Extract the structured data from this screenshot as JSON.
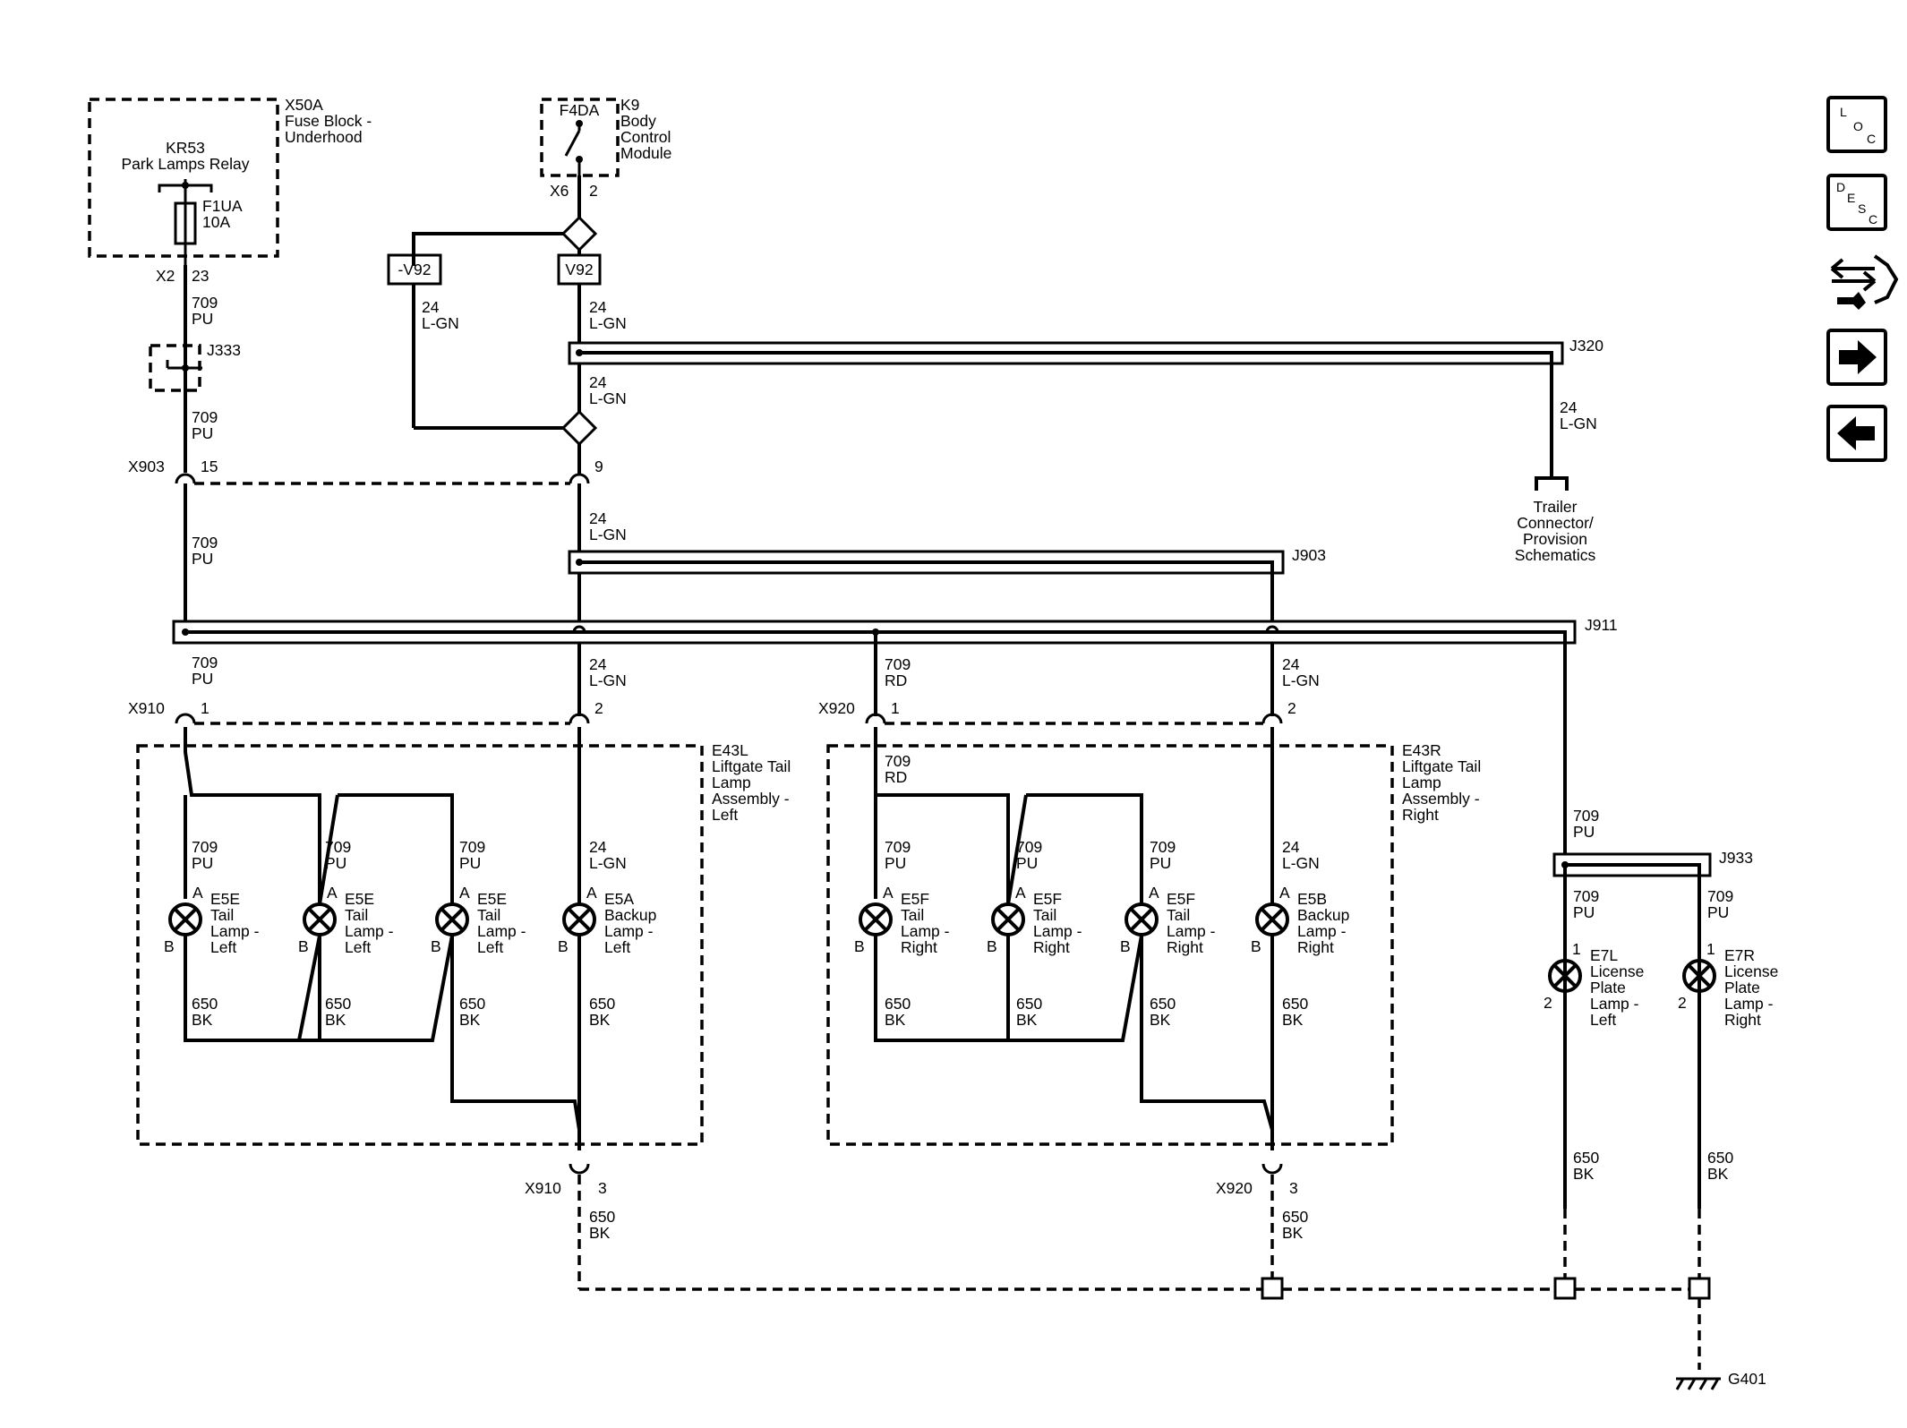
{
  "components": {
    "fuse_block": [
      "X50A",
      "Fuse Block -",
      "Underhood"
    ],
    "relay": [
      "KR53",
      "Park Lamps Relay"
    ],
    "fuse": [
      "F1UA",
      "10A"
    ],
    "bcm": [
      "K9",
      "Body",
      "Control",
      "Module"
    ],
    "bcm_output": "F4DA",
    "trailer": [
      "Trailer",
      "Connector/",
      "Provision",
      "Schematics"
    ],
    "lamp_assy_left": [
      "E43L",
      "Liftgate Tail",
      "Lamp",
      "Assembly -",
      "Left"
    ],
    "lamp_assy_right": [
      "E43R",
      "Liftgate Tail",
      "Lamp",
      "Assembly -",
      "Right"
    ],
    "ground": "G401"
  },
  "option_codes": {
    "not_v92": "-V92",
    "v92": "V92"
  },
  "splices": [
    "J333",
    "J320",
    "J903",
    "J911",
    "J933"
  ],
  "connectors": [
    "X2",
    "X6",
    "X903",
    "X910",
    "X920"
  ],
  "pins": [
    "23",
    "2",
    "15",
    "9",
    "1",
    "3",
    "A",
    "B"
  ],
  "wires": {
    "pu709": [
      "709",
      "PU"
    ],
    "rd709": [
      "709",
      "RD"
    ],
    "lgn24": [
      "24",
      "L-GN"
    ],
    "bk650": [
      "650",
      "BK"
    ]
  },
  "lamps": {
    "tail_left": [
      "E5E",
      "Tail",
      "Lamp -",
      "Left"
    ],
    "backup_left": [
      "E5A",
      "Backup",
      "Lamp -",
      "Left"
    ],
    "tail_right": [
      "E5F",
      "Tail",
      "Lamp -",
      "Right"
    ],
    "backup_right": [
      "E5B",
      "Backup",
      "Lamp -",
      "Right"
    ],
    "plate_left": [
      "E7L",
      "License",
      "Plate",
      "Lamp -",
      "Left"
    ],
    "plate_right": [
      "E7R",
      "License",
      "Plate",
      "Lamp -",
      "Right"
    ]
  },
  "nav": {
    "loc": [
      "L",
      "O",
      "C"
    ],
    "desc": [
      "D",
      "E",
      "S",
      "C"
    ],
    "icons": [
      "component-swap-icon",
      "next-page-icon",
      "previous-page-icon"
    ]
  }
}
